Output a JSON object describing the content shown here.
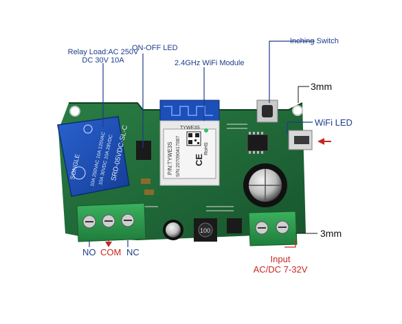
{
  "callouts": {
    "relay_load_line1": "Relay Load:AC 250V",
    "relay_load_line2": "DC 30V 10A",
    "on_off_led": "ON-OFF LED",
    "wifi_module": "2.4GHz WiFi Module",
    "inching_switch": "Inching Switch",
    "wifi_led": "WiFi LED",
    "dim_top": "3mm",
    "dim_bottom": "3mm",
    "input_line1": "Input",
    "input_line2": "AC/DC 7-32V"
  },
  "terminals": {
    "no": "NO",
    "com": "COM",
    "nc": "NC"
  },
  "board_print": {
    "relay_brand": "SONGLE",
    "relay_model": "SRD-05VDC-SL-C",
    "relay_rating_1": "10A 250VAC 10A 125VAC",
    "relay_rating_2": "10A 30VDC 10A 28VDC",
    "module_name": "TYWE3S",
    "module_pn": "P/N:TYWE3S",
    "module_sn": "S/N:207090417087",
    "ce_mark": "CE",
    "rohs_mark": "RoHS",
    "inductor_code": "100"
  },
  "colors": {
    "pcb_green": "#1f6b3a",
    "relay_blue": "#1d4fb8",
    "terminal_green": "#2e9b4f",
    "callout_navy": "#1d3b8a",
    "com_red": "#c8261f"
  }
}
